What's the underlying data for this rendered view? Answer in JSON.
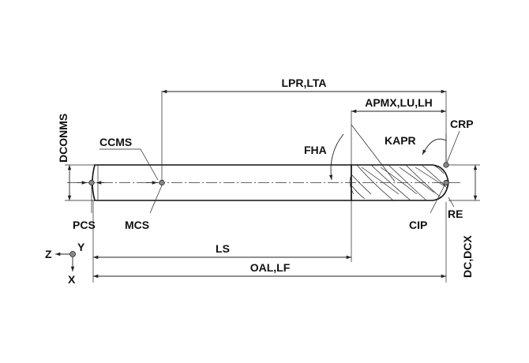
{
  "labels": {
    "lpr_lta": "LPR,LTA",
    "apmx_lu_lh": "APMX,LU,LH",
    "dconms": "DCONMS",
    "ccms": "CCMS",
    "fha": "FHA",
    "kapr": "KAPR",
    "crp": "CRP",
    "pcs": "PCS",
    "mcs": "MCS",
    "re": "RE",
    "cip": "CIP",
    "dc_dcx": "DC,DCX",
    "ls": "LS",
    "oal_lf": "OAL,LF",
    "axis_z": "Z",
    "axis_y": "Y",
    "axis_x": "X"
  }
}
